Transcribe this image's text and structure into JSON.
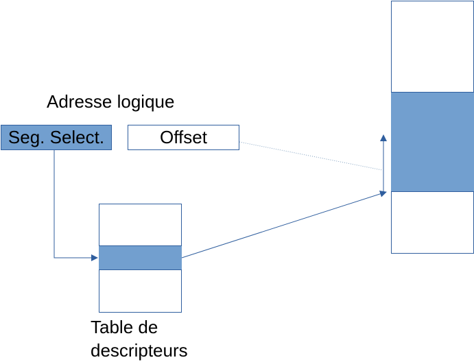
{
  "title": "Adresse logique",
  "selector": {
    "label": "Seg. Select."
  },
  "offset": {
    "label": "Offset"
  },
  "descriptor_table": {
    "label_line1": "Table de",
    "label_line2": "descripteurs"
  },
  "colors": {
    "fill": "#729fcf",
    "stroke": "#2f5e9e"
  }
}
